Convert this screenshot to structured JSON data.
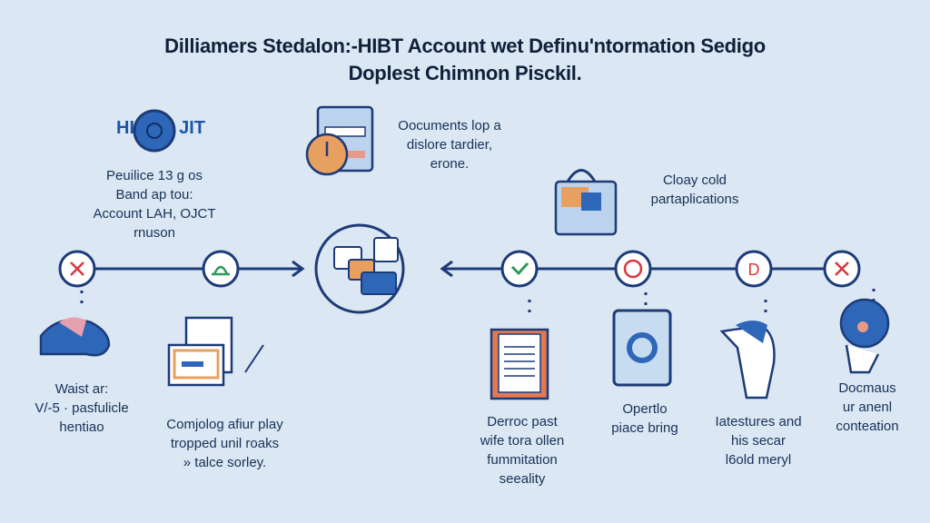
{
  "title": {
    "line1": "Dilliamers Stedalon:-HIBT Account wet Definu'ntormation Sedigo",
    "line2": "Doplest Chimnon Pisckil."
  },
  "logo": {
    "left": "HI",
    "right": "JIT"
  },
  "top_notes": {
    "logo_caption": [
      "Peuilice 13 g os",
      "Band ap tou:",
      "Account LAH, OJCT",
      "rnuson"
    ],
    "documents": [
      "Oocuments lop a",
      "dislore tardier,",
      "erone."
    ],
    "bag": [
      "Cloay cold",
      "partaplications"
    ]
  },
  "steps": [
    {
      "status": "x",
      "caption": [
        "Waist ar:",
        "V/-5 · pasfulicle",
        "hentiao"
      ]
    },
    {
      "status": "hat",
      "caption": [
        "Comjolog afiur play",
        "tropped unil roaks",
        "» talce sorley."
      ]
    },
    {
      "status": "check",
      "caption": [
        "Derroc past",
        "wife tora ollen",
        "fummitation",
        "seeality"
      ]
    },
    {
      "status": "badge",
      "caption": [
        "Opertlo",
        "piace bring"
      ]
    },
    {
      "status": "D",
      "caption": [
        "Iatestures and",
        "his secar",
        "l6old meryl"
      ]
    },
    {
      "status": "x",
      "caption": [
        "Docmaus",
        "ur anenl",
        "conteation"
      ]
    }
  ],
  "colors": {
    "background": "#dbe7f2",
    "navy": "#1d3b78",
    "red": "#d9363e",
    "green": "#2f9a5c",
    "orange": "#e8a060",
    "blue": "#2e66b8"
  }
}
